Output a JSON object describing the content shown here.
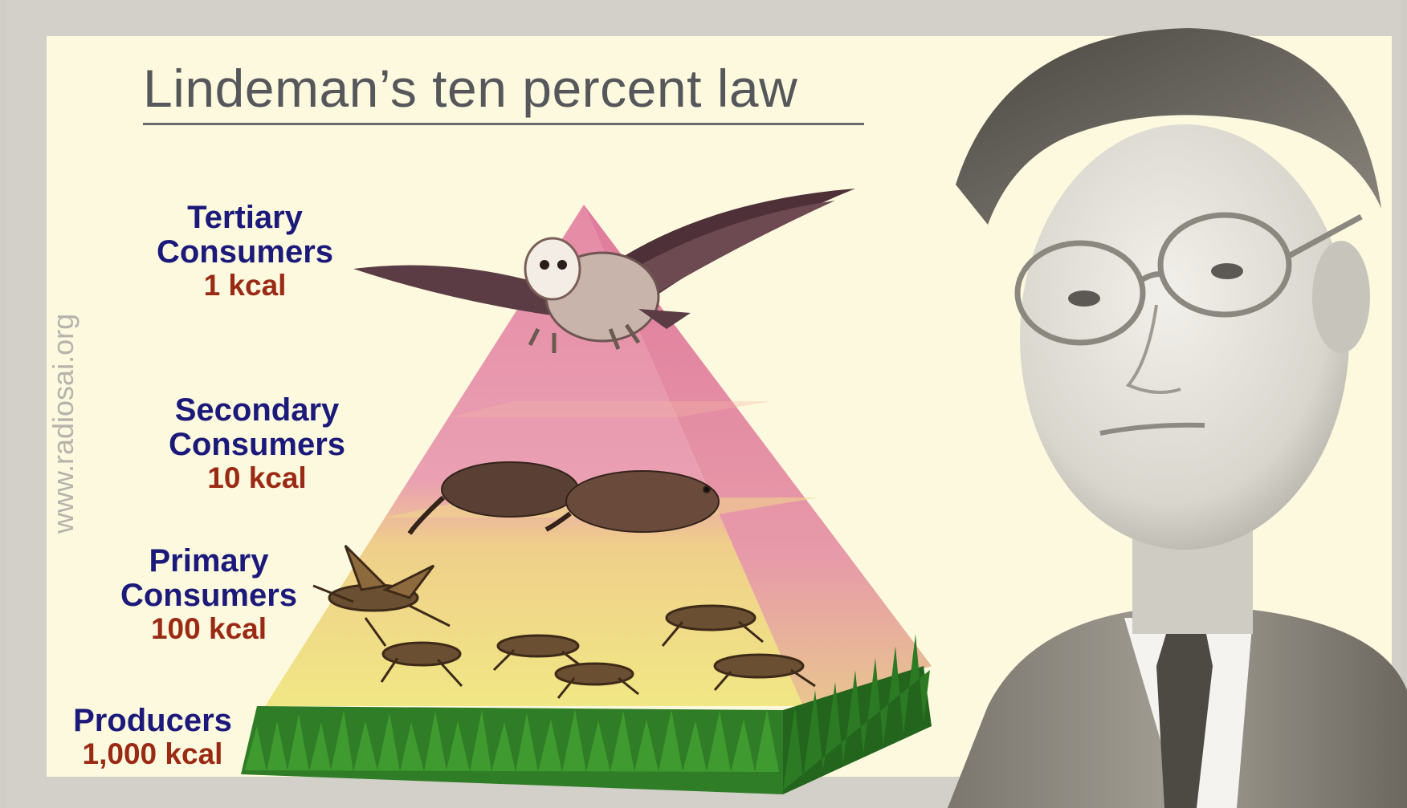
{
  "title": "Lindeman’s ten percent law",
  "watermark": "www.radiosai.org",
  "levels": [
    {
      "name_line1": "Tertiary",
      "name_line2": "Consumers",
      "energy": "1 kcal"
    },
    {
      "name_line1": "Secondary",
      "name_line2": "Consumers",
      "energy": "10 kcal"
    },
    {
      "name_line1": "Primary",
      "name_line2": "Consumers",
      "energy": "100 kcal"
    },
    {
      "name_line1": "Producers",
      "name_line2": "",
      "energy": "1,000 kcal"
    }
  ],
  "colors": {
    "panel": "#fdf9df",
    "pyramid_top": "#e993ad",
    "pyramid_bottom": "#efe27a",
    "grass": "#2f7d26",
    "label_name": "#1b1a7a",
    "label_energy": "#9a2a14"
  }
}
